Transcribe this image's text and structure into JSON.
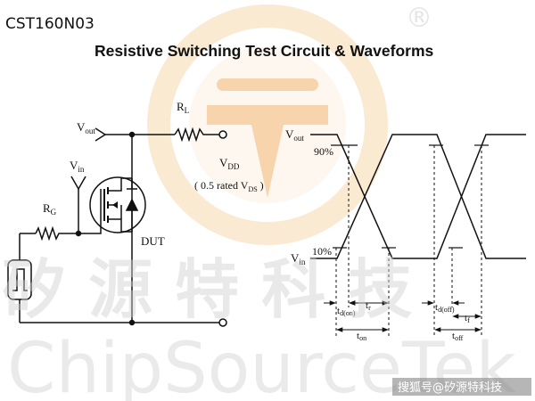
{
  "part_number": "CST160N03",
  "title": "Resistive Switching Test Circuit  &  Waveforms",
  "circuit": {
    "vout_label": "V",
    "vout_sub": "out",
    "vin_label": "V",
    "vin_sub": "in",
    "rl_label": "R",
    "rl_sub": "L",
    "rg_label": "R",
    "rg_sub": "G",
    "vdd_label": "V",
    "vdd_sub": "DD",
    "vdd_note_pre": "( 0.5 rated V",
    "vdd_note_sub": "DS",
    "vdd_note_post": " )",
    "dut_label": "DUT"
  },
  "waveform": {
    "vout_label": "V",
    "vout_sub": "out",
    "vin_label": "V",
    "vin_sub": "in",
    "level_high": "90%",
    "level_low": "10%",
    "td_on_main": "t",
    "td_on_sub": "d(on)",
    "tr_main": "t",
    "tr_sub": "r",
    "ton_main": "t",
    "ton_sub": "on",
    "td_off_main": "t",
    "td_off_sub": "d(off)",
    "tf_main": "t",
    "tf_sub": "f",
    "toff_main": "t",
    "toff_sub": "off"
  },
  "watermark": {
    "cjk": "矽 源 特 科 技",
    "latin": "ChipSourceTek",
    "registered": "®"
  },
  "credit": "搜狐号@矽源特科技",
  "colors": {
    "line": "#111111",
    "logo_orange": "#f3b26a",
    "logo_light": "#f8d9ae",
    "watermark_gray": "#cfcfcf"
  }
}
